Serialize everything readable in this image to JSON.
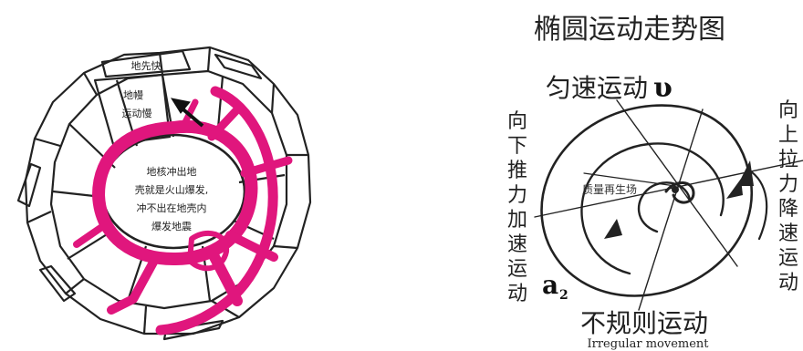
{
  "left_diagram": {
    "top_cell_label": "地先快",
    "left_cell_line1": "地幔",
    "left_cell_line2": "运动慢",
    "core_lines": [
      "地核冲出地",
      "壳就是火山爆发,",
      "冲不出在地壳内",
      "爆发地震"
    ],
    "flow_color": "#e0167d",
    "ink_color": "#222222"
  },
  "right_diagram": {
    "title": "椭圆运动走势图",
    "top_label": "匀速运动",
    "velocity_symbol": "υ",
    "left_vertical": [
      "向",
      "下",
      "推",
      "力",
      "加",
      "速",
      "运",
      "动"
    ],
    "right_vertical": [
      "向",
      "上",
      "拉",
      "力",
      "降",
      "速",
      "运",
      "动"
    ],
    "center_label": "质量再生场",
    "accel_symbol": "a",
    "accel_subscript": "2",
    "bottom_label": "不规则运动",
    "bottom_label_en": "Irregular movement"
  }
}
